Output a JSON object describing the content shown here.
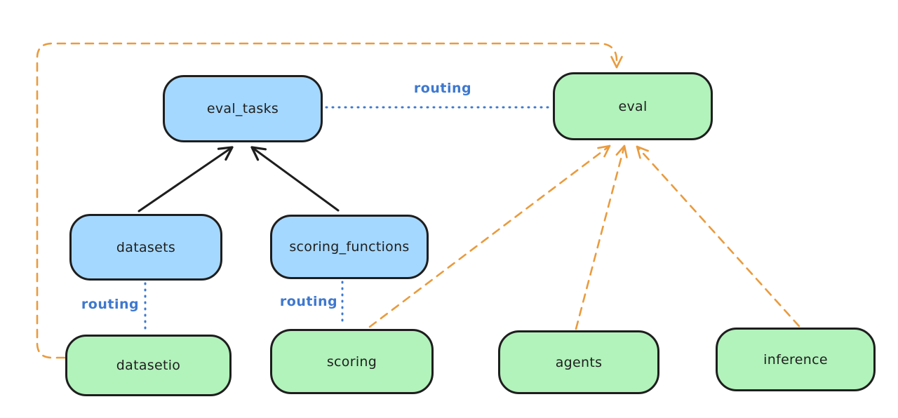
{
  "diagram": {
    "colors": {
      "registry_fill": "#a5d8ff",
      "api_fill": "#b2f2bb",
      "node_stroke": "#1e1e1e",
      "solid_arrow": "#1e1e1e",
      "routing_blue": "#3e78cf",
      "provider_orange": "#e99b3e",
      "background": "#ffffff"
    },
    "nodes": [
      {
        "id": "eval_tasks",
        "label": "eval_tasks",
        "fill": "#a5d8ff"
      },
      {
        "id": "eval",
        "label": "eval",
        "fill": "#b2f2bb"
      },
      {
        "id": "datasets",
        "label": "datasets",
        "fill": "#a5d8ff"
      },
      {
        "id": "scoring_functions",
        "label": "scoring_functions",
        "fill": "#a5d8ff"
      },
      {
        "id": "datasetio",
        "label": "datasetio",
        "fill": "#b2f2bb"
      },
      {
        "id": "scoring",
        "label": "scoring",
        "fill": "#b2f2bb"
      },
      {
        "id": "agents",
        "label": "agents",
        "fill": "#b2f2bb"
      },
      {
        "id": "inference",
        "label": "inference",
        "fill": "#b2f2bb"
      }
    ],
    "edges": [
      {
        "from": "datasets",
        "to": "eval_tasks",
        "style": "solid-arrow",
        "color": "#1e1e1e",
        "label": ""
      },
      {
        "from": "scoring_functions",
        "to": "eval_tasks",
        "style": "solid-arrow",
        "color": "#1e1e1e",
        "label": ""
      },
      {
        "from": "eval_tasks",
        "to": "eval",
        "style": "dotted-line",
        "color": "#3e78cf",
        "label": "routing"
      },
      {
        "from": "datasets",
        "to": "datasetio",
        "style": "dotted-line",
        "color": "#3e78cf",
        "label": "routing"
      },
      {
        "from": "scoring_functions",
        "to": "scoring",
        "style": "dotted-line",
        "color": "#3e78cf",
        "label": "routing"
      },
      {
        "from": "datasetio",
        "to": "eval",
        "style": "dashed-arrow",
        "color": "#e99b3e",
        "label": ""
      },
      {
        "from": "scoring",
        "to": "eval",
        "style": "dashed-arrow",
        "color": "#e99b3e",
        "label": ""
      },
      {
        "from": "agents",
        "to": "eval",
        "style": "dashed-arrow",
        "color": "#e99b3e",
        "label": ""
      },
      {
        "from": "inference",
        "to": "eval",
        "style": "dashed-arrow",
        "color": "#e99b3e",
        "label": ""
      }
    ]
  }
}
